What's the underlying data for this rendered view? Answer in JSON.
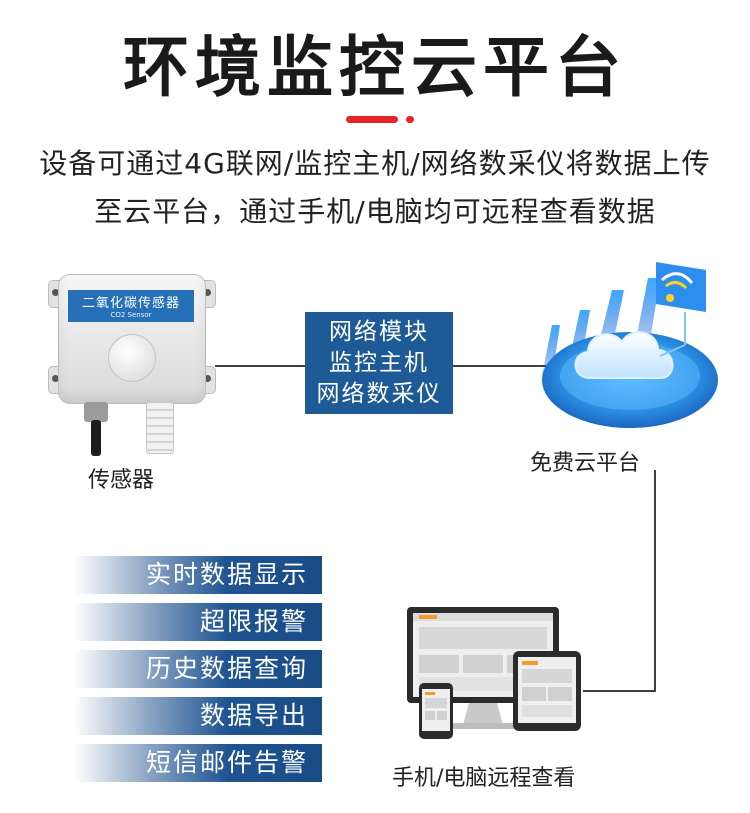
{
  "title": "环境监控云平台",
  "subtitle": {
    "line1": "设备可通过4G联网/监控主机/网络数采仪将数据上传",
    "line2": "至云平台，通过手机/电脑均可远程查看数据"
  },
  "sensor": {
    "label_cn": "二氧化碳传感器",
    "label_en": "CO2 Sensor",
    "caption": "传感器"
  },
  "module": {
    "lines": [
      "网络模块",
      "监控主机",
      "网络数采仪"
    ]
  },
  "cloud": {
    "caption": "免费云平台"
  },
  "features": [
    "实时数据显示",
    "超限报警",
    "历史数据查询",
    "数据导出",
    "短信邮件告警"
  ],
  "devices": {
    "caption": "手机/电脑远程查看"
  },
  "colors": {
    "accent": "#e5252a",
    "module_bg": "#1e5a96",
    "feature_bg": "#1e5491",
    "cloud_blue": "#2a8fe0",
    "sensor_label": "#2670b8"
  },
  "icons": [
    "wifi-icon",
    "cloud-icon",
    "monitor-icon",
    "tablet-icon",
    "phone-icon"
  ]
}
